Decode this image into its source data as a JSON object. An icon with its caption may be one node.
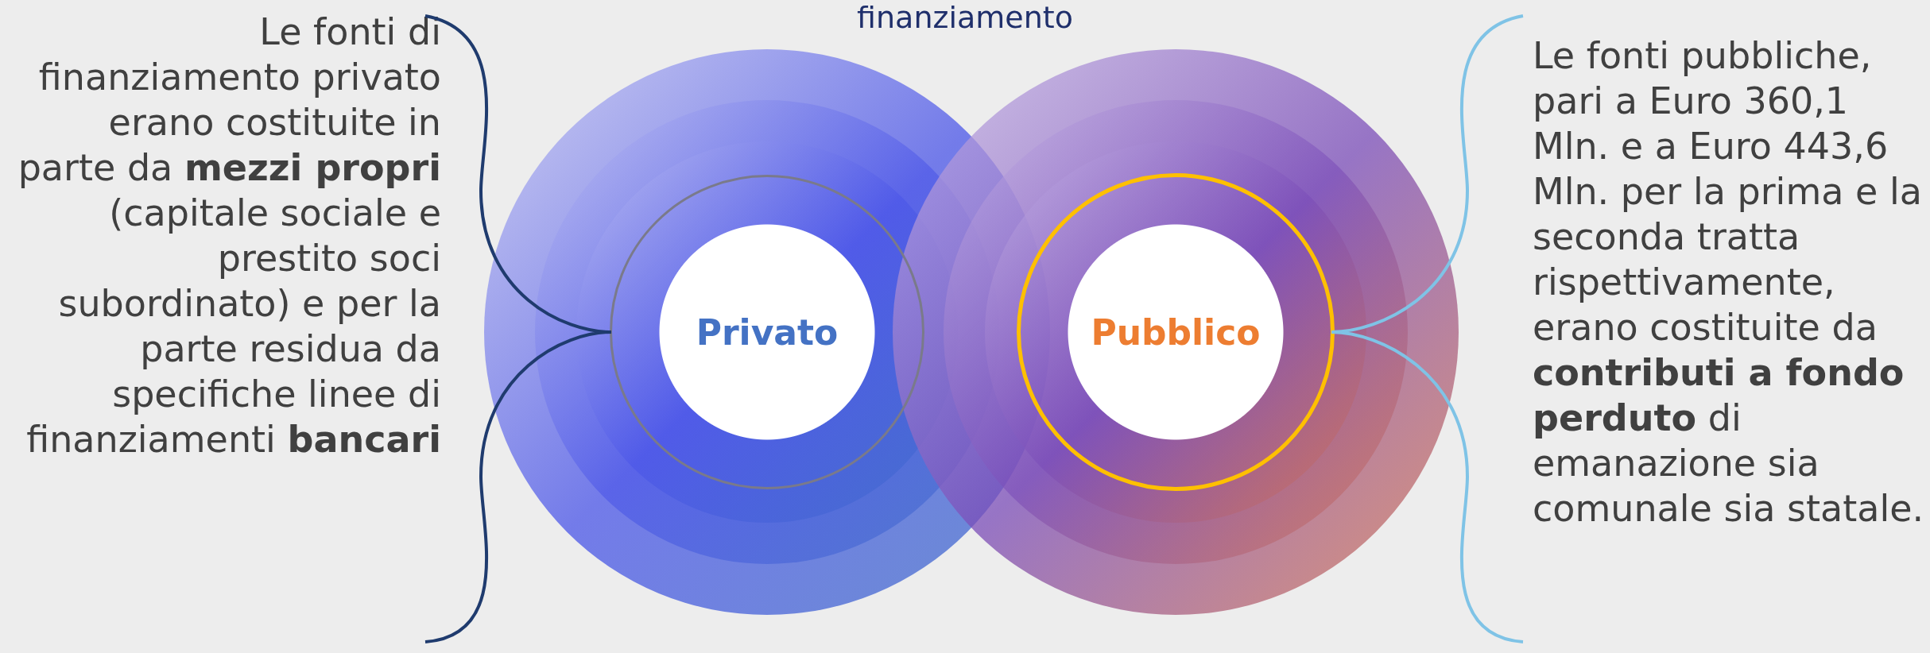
{
  "diagram": {
    "title": "finanziamento",
    "nodes": [
      {
        "text": [
          "Le fonti di finanziamento privato erano costituite in parte da **mezzi propri** (capitale sociale e prestito soci subordinato) e per la parte residua da specifiche linee di finanziamenti **bancari**"
        ]
      },
      {
        "text": [
          "Privato"
        ]
      },
      {
        "text": [
          "Pubblico"
        ]
      },
      {
        "text": [
          "Le fonti pubbliche, pari a Euro 360,1 Mln. e a Euro 443,6 Mln. per la prima e la seconda tratta rispettivamente, erano costituite da **contributi a fondo perduto** di emanazione sia comunale sia statale."
        ]
      }
    ],
    "edges": [
      {
        "from": 0,
        "to": 1,
        "arrow": "none",
        "color": "#1f3b6e"
      },
      {
        "from": 3,
        "to": 2,
        "arrow": "none",
        "color": "#7fc3e6"
      }
    ]
  }
}
